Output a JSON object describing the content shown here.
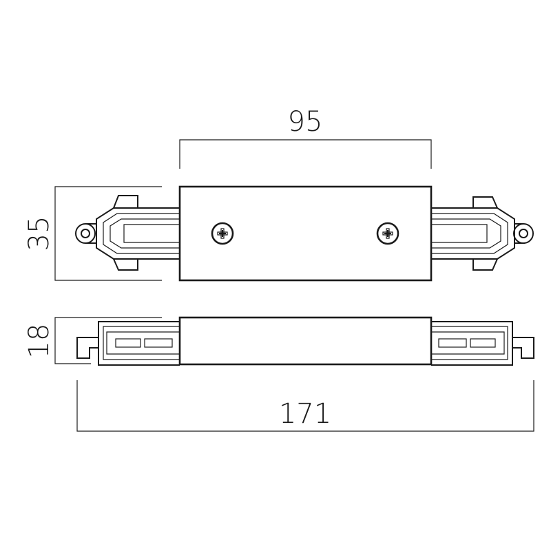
{
  "dimensions": {
    "top_width": "95",
    "height": "35",
    "side_height": "18",
    "overall_length": "171"
  },
  "colors": {
    "line": "#1a1a1a",
    "background": "#ffffff"
  }
}
